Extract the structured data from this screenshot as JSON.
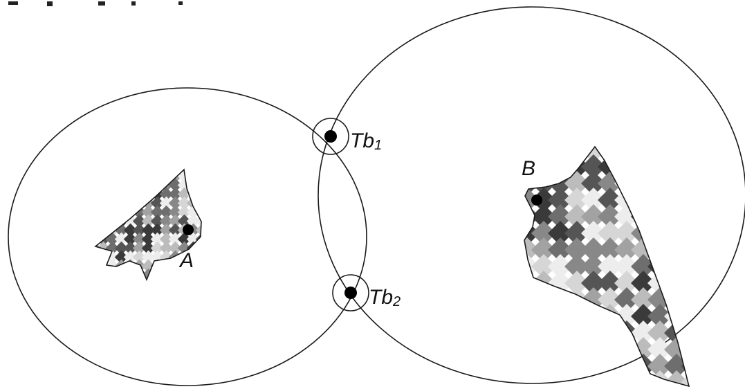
{
  "labels": {
    "point_a": "A",
    "point_b": "B",
    "tb1": {
      "base": "Tb",
      "sub": "1"
    },
    "tb2": {
      "base": "Tb",
      "sub": "2"
    }
  },
  "colors": {
    "stroke": "#1a1a1a",
    "point": "#000000",
    "background": "#ffffff",
    "patch_shades": [
      "#3a3a3a",
      "#555555",
      "#6e6e6e",
      "#888888",
      "#a2a2a2",
      "#bcbcbc",
      "#d6d6d6",
      "#ededed"
    ]
  }
}
